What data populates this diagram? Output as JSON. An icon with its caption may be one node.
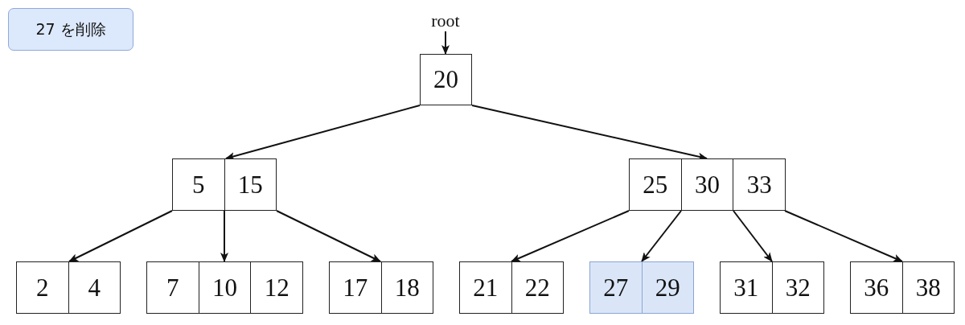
{
  "diagram": {
    "nodes": [
      {
        "text": [
          "27 を削除"
        ]
      },
      {
        "text": [
          "root"
        ]
      },
      {
        "text": [
          "20"
        ]
      },
      {
        "text": [
          "5",
          "15"
        ]
      },
      {
        "text": [
          "25",
          "30",
          "33"
        ]
      },
      {
        "text": [
          "2",
          "4"
        ]
      },
      {
        "text": [
          "7",
          "10",
          "12"
        ]
      },
      {
        "text": [
          "17",
          "18"
        ]
      },
      {
        "text": [
          "21",
          "22"
        ]
      },
      {
        "text": [
          "27",
          "29"
        ]
      },
      {
        "text": [
          "31",
          "32"
        ]
      },
      {
        "text": [
          "36",
          "38"
        ]
      }
    ],
    "edges": [
      {
        "from": 1,
        "to": 2,
        "arrow": "to"
      },
      {
        "from": 2,
        "to": 3,
        "arrow": "to"
      },
      {
        "from": 2,
        "to": 4,
        "arrow": "to"
      },
      {
        "from": 3,
        "to": 5,
        "arrow": "to"
      },
      {
        "from": 3,
        "to": 6,
        "arrow": "to"
      },
      {
        "from": 3,
        "to": 7,
        "arrow": "to"
      },
      {
        "from": 4,
        "to": 8,
        "arrow": "to"
      },
      {
        "from": 4,
        "to": 9,
        "arrow": "to"
      },
      {
        "from": 4,
        "to": 10,
        "arrow": "to"
      },
      {
        "from": 4,
        "to": 11,
        "arrow": "to"
      }
    ]
  }
}
